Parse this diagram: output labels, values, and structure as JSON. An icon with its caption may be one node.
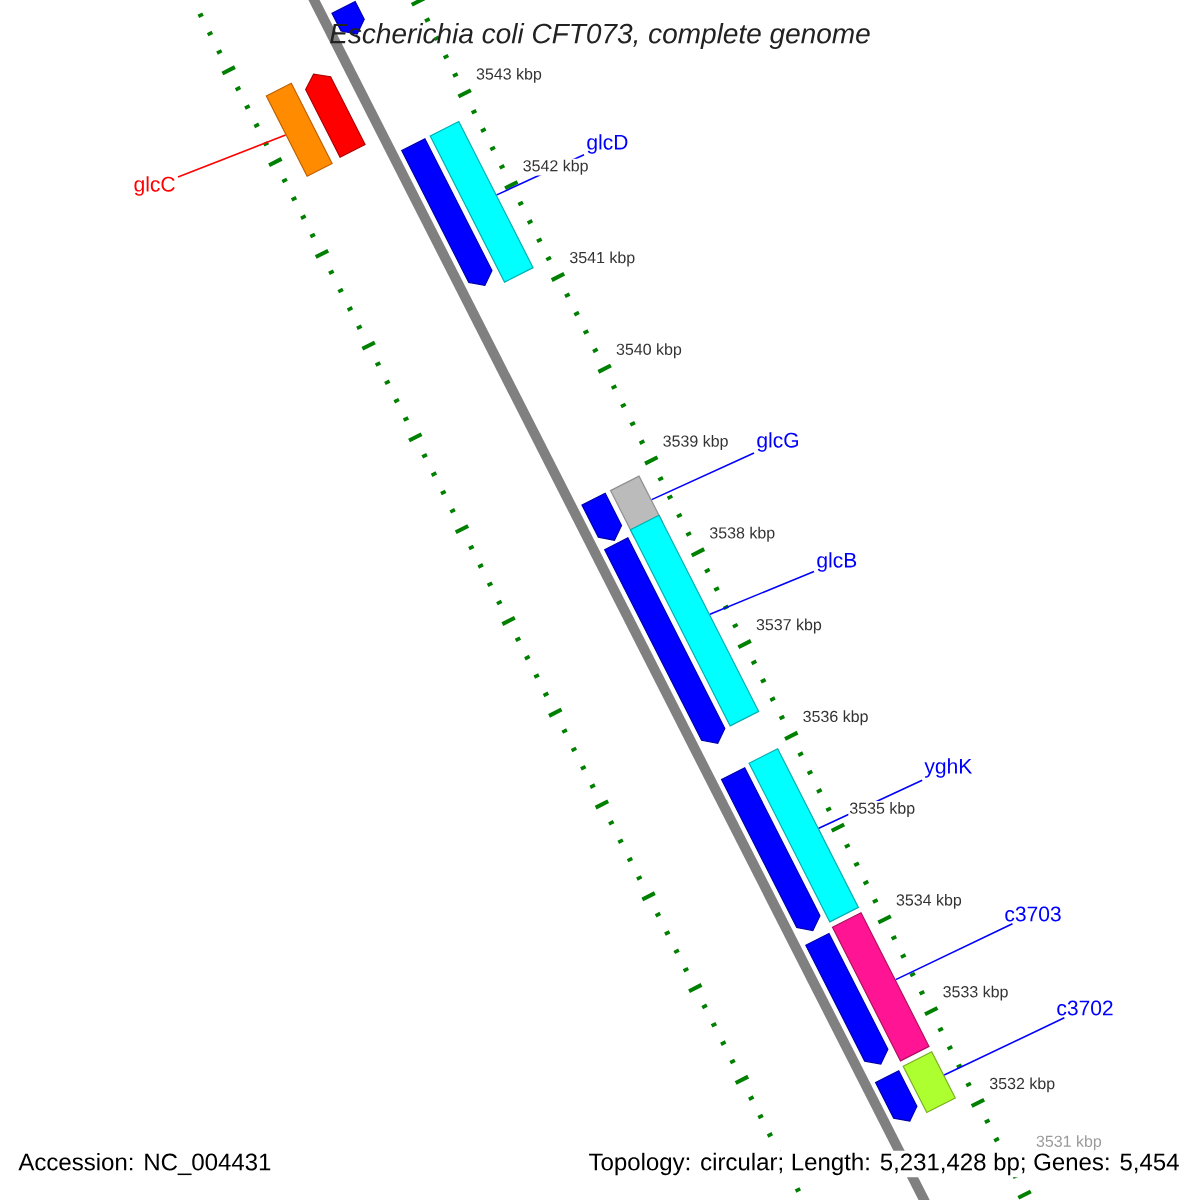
{
  "diagram": {
    "title": "Escherichia coli CFT073, complete genome",
    "nodes": [
      {
        "text": [
          "glcD"
        ]
      },
      {
        "text": [],
        "shape": "box"
      },
      {
        "text": [
          "glcC"
        ]
      },
      {
        "text": [],
        "shape": "box"
      },
      {
        "text": [
          "glcG"
        ]
      },
      {
        "text": [],
        "shape": "box"
      },
      {
        "text": [
          "glcB"
        ]
      },
      {
        "text": [],
        "shape": "box"
      },
      {
        "text": [
          "yghK"
        ]
      },
      {
        "text": [],
        "shape": "box"
      },
      {
        "text": [
          "c3703"
        ]
      },
      {
        "text": [],
        "shape": "box"
      },
      {
        "text": [
          "c3702"
        ]
      },
      {
        "text": [],
        "shape": "box"
      },
      {
        "text": [],
        "shape": "bar"
      },
      {
        "text": [],
        "shape": "bar"
      },
      {
        "text": [],
        "shape": "bar"
      },
      {
        "text": [],
        "shape": "bar"
      },
      {
        "text": [],
        "shape": "bar"
      },
      {
        "text": [],
        "shape": "bar"
      },
      {
        "text": [],
        "shape": "bar"
      },
      {
        "text": [],
        "shape": "bar"
      }
    ],
    "edges": [
      {
        "from": 0,
        "to": 1,
        "arrow": "none"
      },
      {
        "from": 2,
        "to": 3,
        "arrow": "none",
        "color": "#ff0000"
      },
      {
        "from": 4,
        "to": 5,
        "arrow": "none"
      },
      {
        "from": 6,
        "to": 7,
        "arrow": "none"
      },
      {
        "from": 8,
        "to": 9,
        "arrow": "none"
      },
      {
        "from": 10,
        "to": 11,
        "arrow": "none"
      },
      {
        "from": 12,
        "to": 13,
        "arrow": "none"
      }
    ],
    "labels": [
      "3543 kbp",
      "3542 kbp",
      "3541 kbp",
      "3540 kbp",
      "3539 kbp",
      "3538 kbp",
      "3537 kbp",
      "3536 kbp",
      "3535 kbp",
      "3534 kbp",
      "3533 kbp",
      "3532 kbp",
      "3531 kbp",
      "Accession: NC_004431",
      "Topology: circular; Length: 5,231,428 bp; Genes: 5,454"
    ]
  }
}
